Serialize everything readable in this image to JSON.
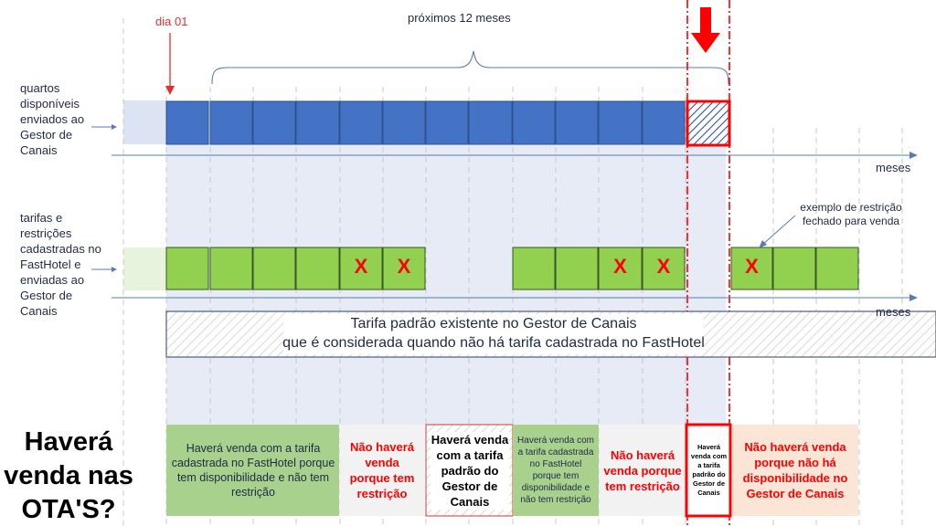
{
  "header": {
    "day_label": "dia 01",
    "period_label": "próximos 12 meses"
  },
  "rows": {
    "availability_label": "quartos disponíveis enviados ao Gestor de Canais",
    "rates_label": "tarifas e restrições cadastradas no FastHotel  e  enviadas ao Gestor de Canais",
    "axis_label_1": "meses",
    "axis_label_2": "meses"
  },
  "annotations": {
    "restriction_example": "exemplo de restrição fechado para venda",
    "restriction_mark": "X"
  },
  "default_rate": {
    "line1": "Tarifa padrão existente no Gestor de Canais",
    "line2": "que é considerada quando não há tarifa cadastrada no FastHotel"
  },
  "question": "Haverá venda nas OTA'S?",
  "outcomes": [
    "Haverá venda com a tarifa cadastrada no FastHotel porque tem disponibilidade e não tem restrição",
    "Não haverá venda porque tem restrição",
    "Haverá venda com a tarifa padrão do Gestor de Canais",
    "Haverá venda com a tarifa cadastrada no FastHotel porque tem disponibilidade e não tem restrição",
    "Não haverá venda porque tem restrição",
    "Haverá venda com a tarifa padrão do Gestor de Canais",
    "Não haverá venda porque não há disponibilidade no Gestor de Canais"
  ],
  "colors": {
    "blue_block": "#4472c4",
    "green_block": "#92d050",
    "highlight_red": "#ff0000",
    "shade_blue": "#dce3f2",
    "text_navy": "#1f2a44"
  }
}
